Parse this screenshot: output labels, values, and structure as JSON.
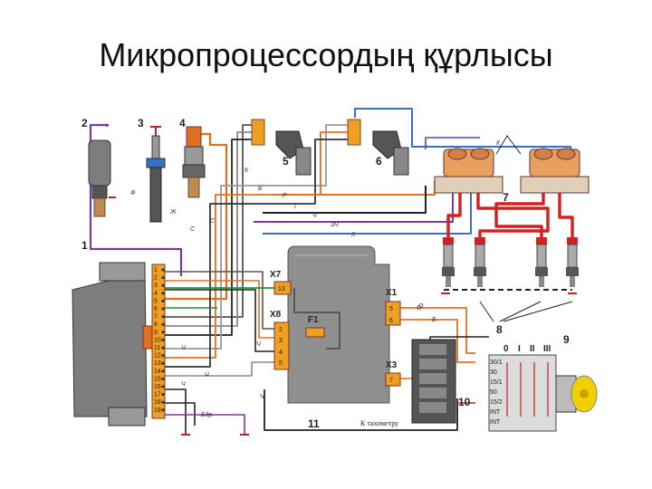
{
  "slide": {
    "title": "Микропроцессордың құрлысы"
  },
  "diagram": {
    "callouts": [
      "1",
      "2",
      "3",
      "4",
      "5",
      "6",
      "7",
      "8",
      "9",
      "10",
      "11"
    ],
    "connectors": {
      "x7": "X7",
      "x8": "X8",
      "x1": "X1",
      "x3": "X3",
      "f1": "F1"
    },
    "pin_labels": {
      "x7_13": "13",
      "x1_5": "5",
      "x1_6": "6",
      "x8_2": "2",
      "x8_3": "3",
      "x8_4": "4",
      "x8_5": "5",
      "x3_7": "7"
    },
    "module_pins": [
      "1",
      "2",
      "3",
      "4",
      "5",
      "6",
      "7",
      "8",
      "9",
      "10",
      "11",
      "12",
      "13",
      "14",
      "15",
      "16",
      "17",
      "18",
      "19"
    ],
    "switch_header": [
      "0",
      "I",
      "II",
      "III"
    ],
    "switch_terminals": [
      "30/1",
      "30",
      "15/1",
      "50",
      "15/2",
      "INT",
      "INT"
    ],
    "note_tachometer": "К тахометру",
    "wire_codes": [
      "К",
      "К",
      "Б",
      "Р",
      "Г",
      "Ч",
      "ЗЧ",
      "К",
      "О",
      "Б",
      "Ч",
      "С",
      "Ж",
      "Ф",
      "Ч",
      "Ч",
      "Бдр",
      "Ч",
      "О",
      "С",
      "Ч"
    ]
  },
  "colors": {
    "background": "#ffffff",
    "ecu": "#8f8f8f",
    "module": "#7d7d7d",
    "connector": "#f0a020",
    "hv_wire": "#d42020",
    "coil": "#e8a060",
    "harness_orange": "#e07020",
    "harness_blue": "#3a70c0",
    "harness_green": "#2a8a40",
    "harness_purple": "#7a3a9a",
    "fuse_block": "#555555",
    "switch_body": "#dcdcdc",
    "key": "#f0d000"
  }
}
